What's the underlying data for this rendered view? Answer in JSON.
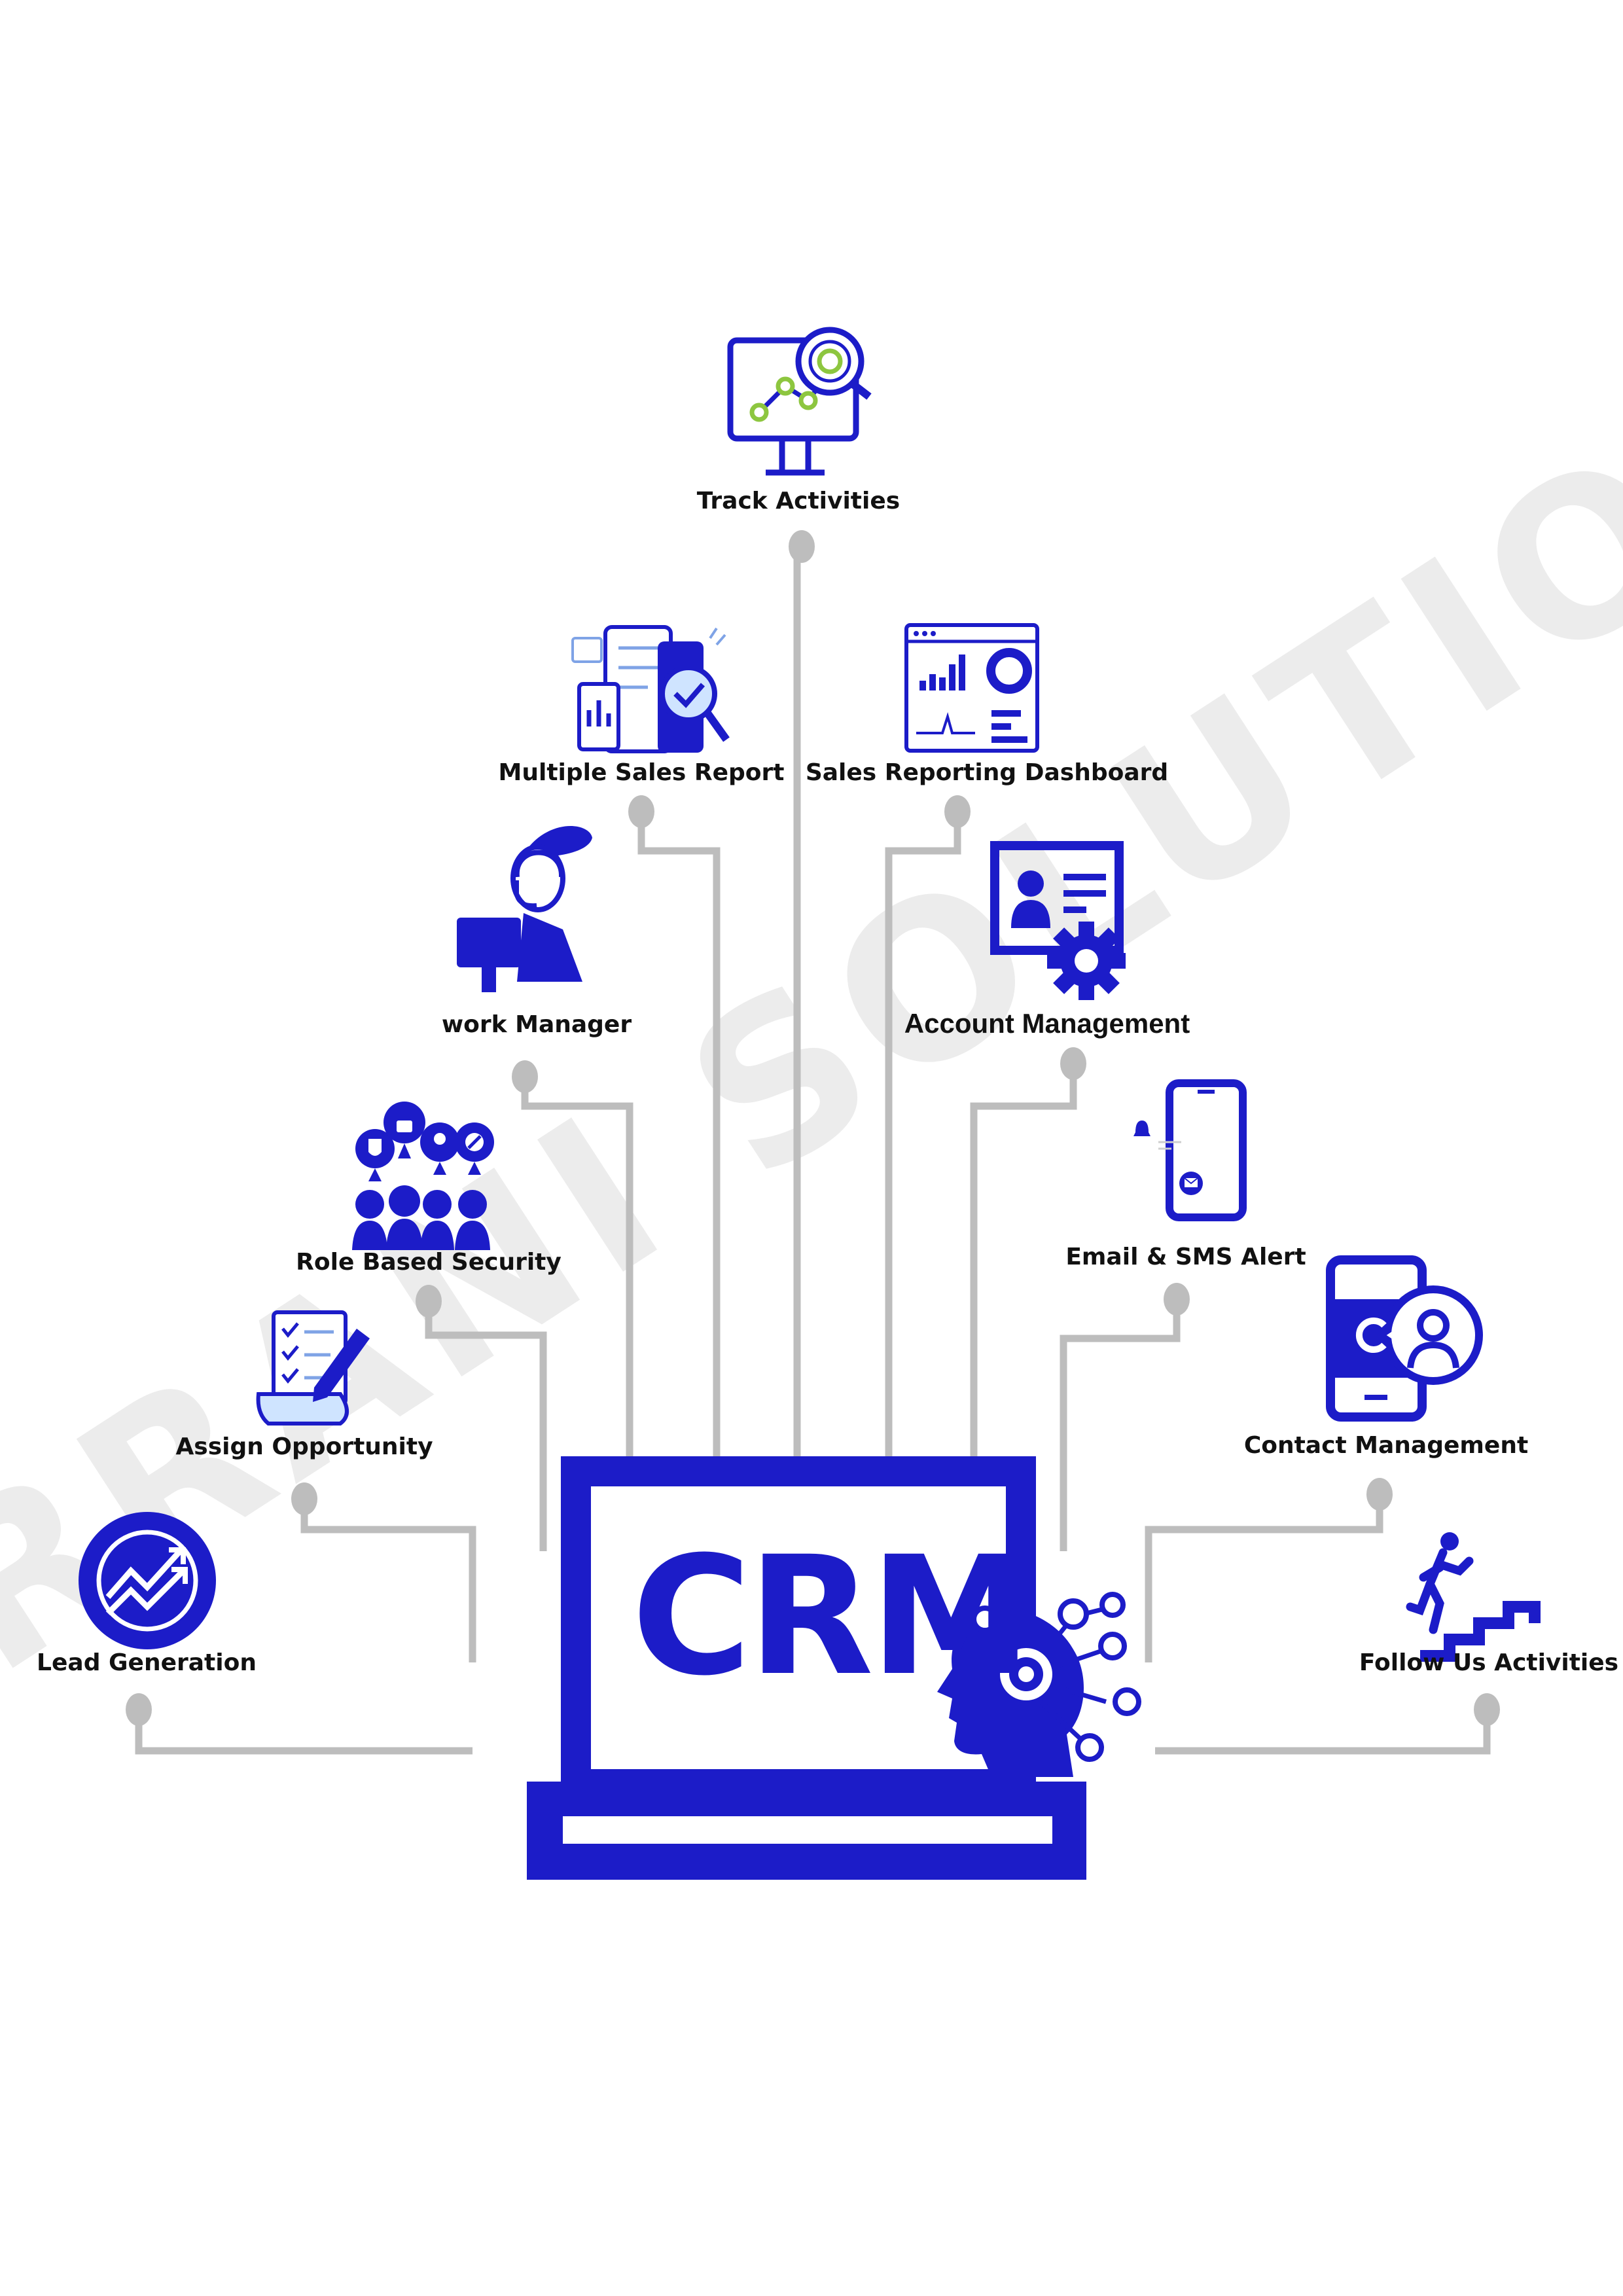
{
  "watermark": "BURRANI SOLUTIONS",
  "center": {
    "title": "CRM"
  },
  "colors": {
    "primary": "#1c1cc8",
    "connector": "#bdbdbd",
    "accent_green": "#8dc63f",
    "text": "#111111"
  },
  "features": [
    {
      "label": "Track Activities",
      "icon": "monitor-chart-magnifier-icon"
    },
    {
      "label": "Multiple Sales Report",
      "icon": "reports-magnifier-icon"
    },
    {
      "label": "Sales Reporting Dashboard",
      "icon": "dashboard-screen-icon"
    },
    {
      "label": "work Manager",
      "icon": "headset-agent-icon"
    },
    {
      "label": "Account Management",
      "icon": "id-card-gear-icon"
    },
    {
      "label": "Role Based Security",
      "icon": "team-security-icon"
    },
    {
      "label": "Email & SMS Alert",
      "icon": "phone-mail-alert-icon"
    },
    {
      "label": "Assign Opportunity",
      "icon": "checklist-pen-icon"
    },
    {
      "label": "Contact Management",
      "icon": "phone-contact-icon"
    },
    {
      "label": "Lead Generation",
      "icon": "growth-chart-circle-icon"
    },
    {
      "label": "Follow Us Activities",
      "icon": "stairs-climber-icon"
    }
  ]
}
